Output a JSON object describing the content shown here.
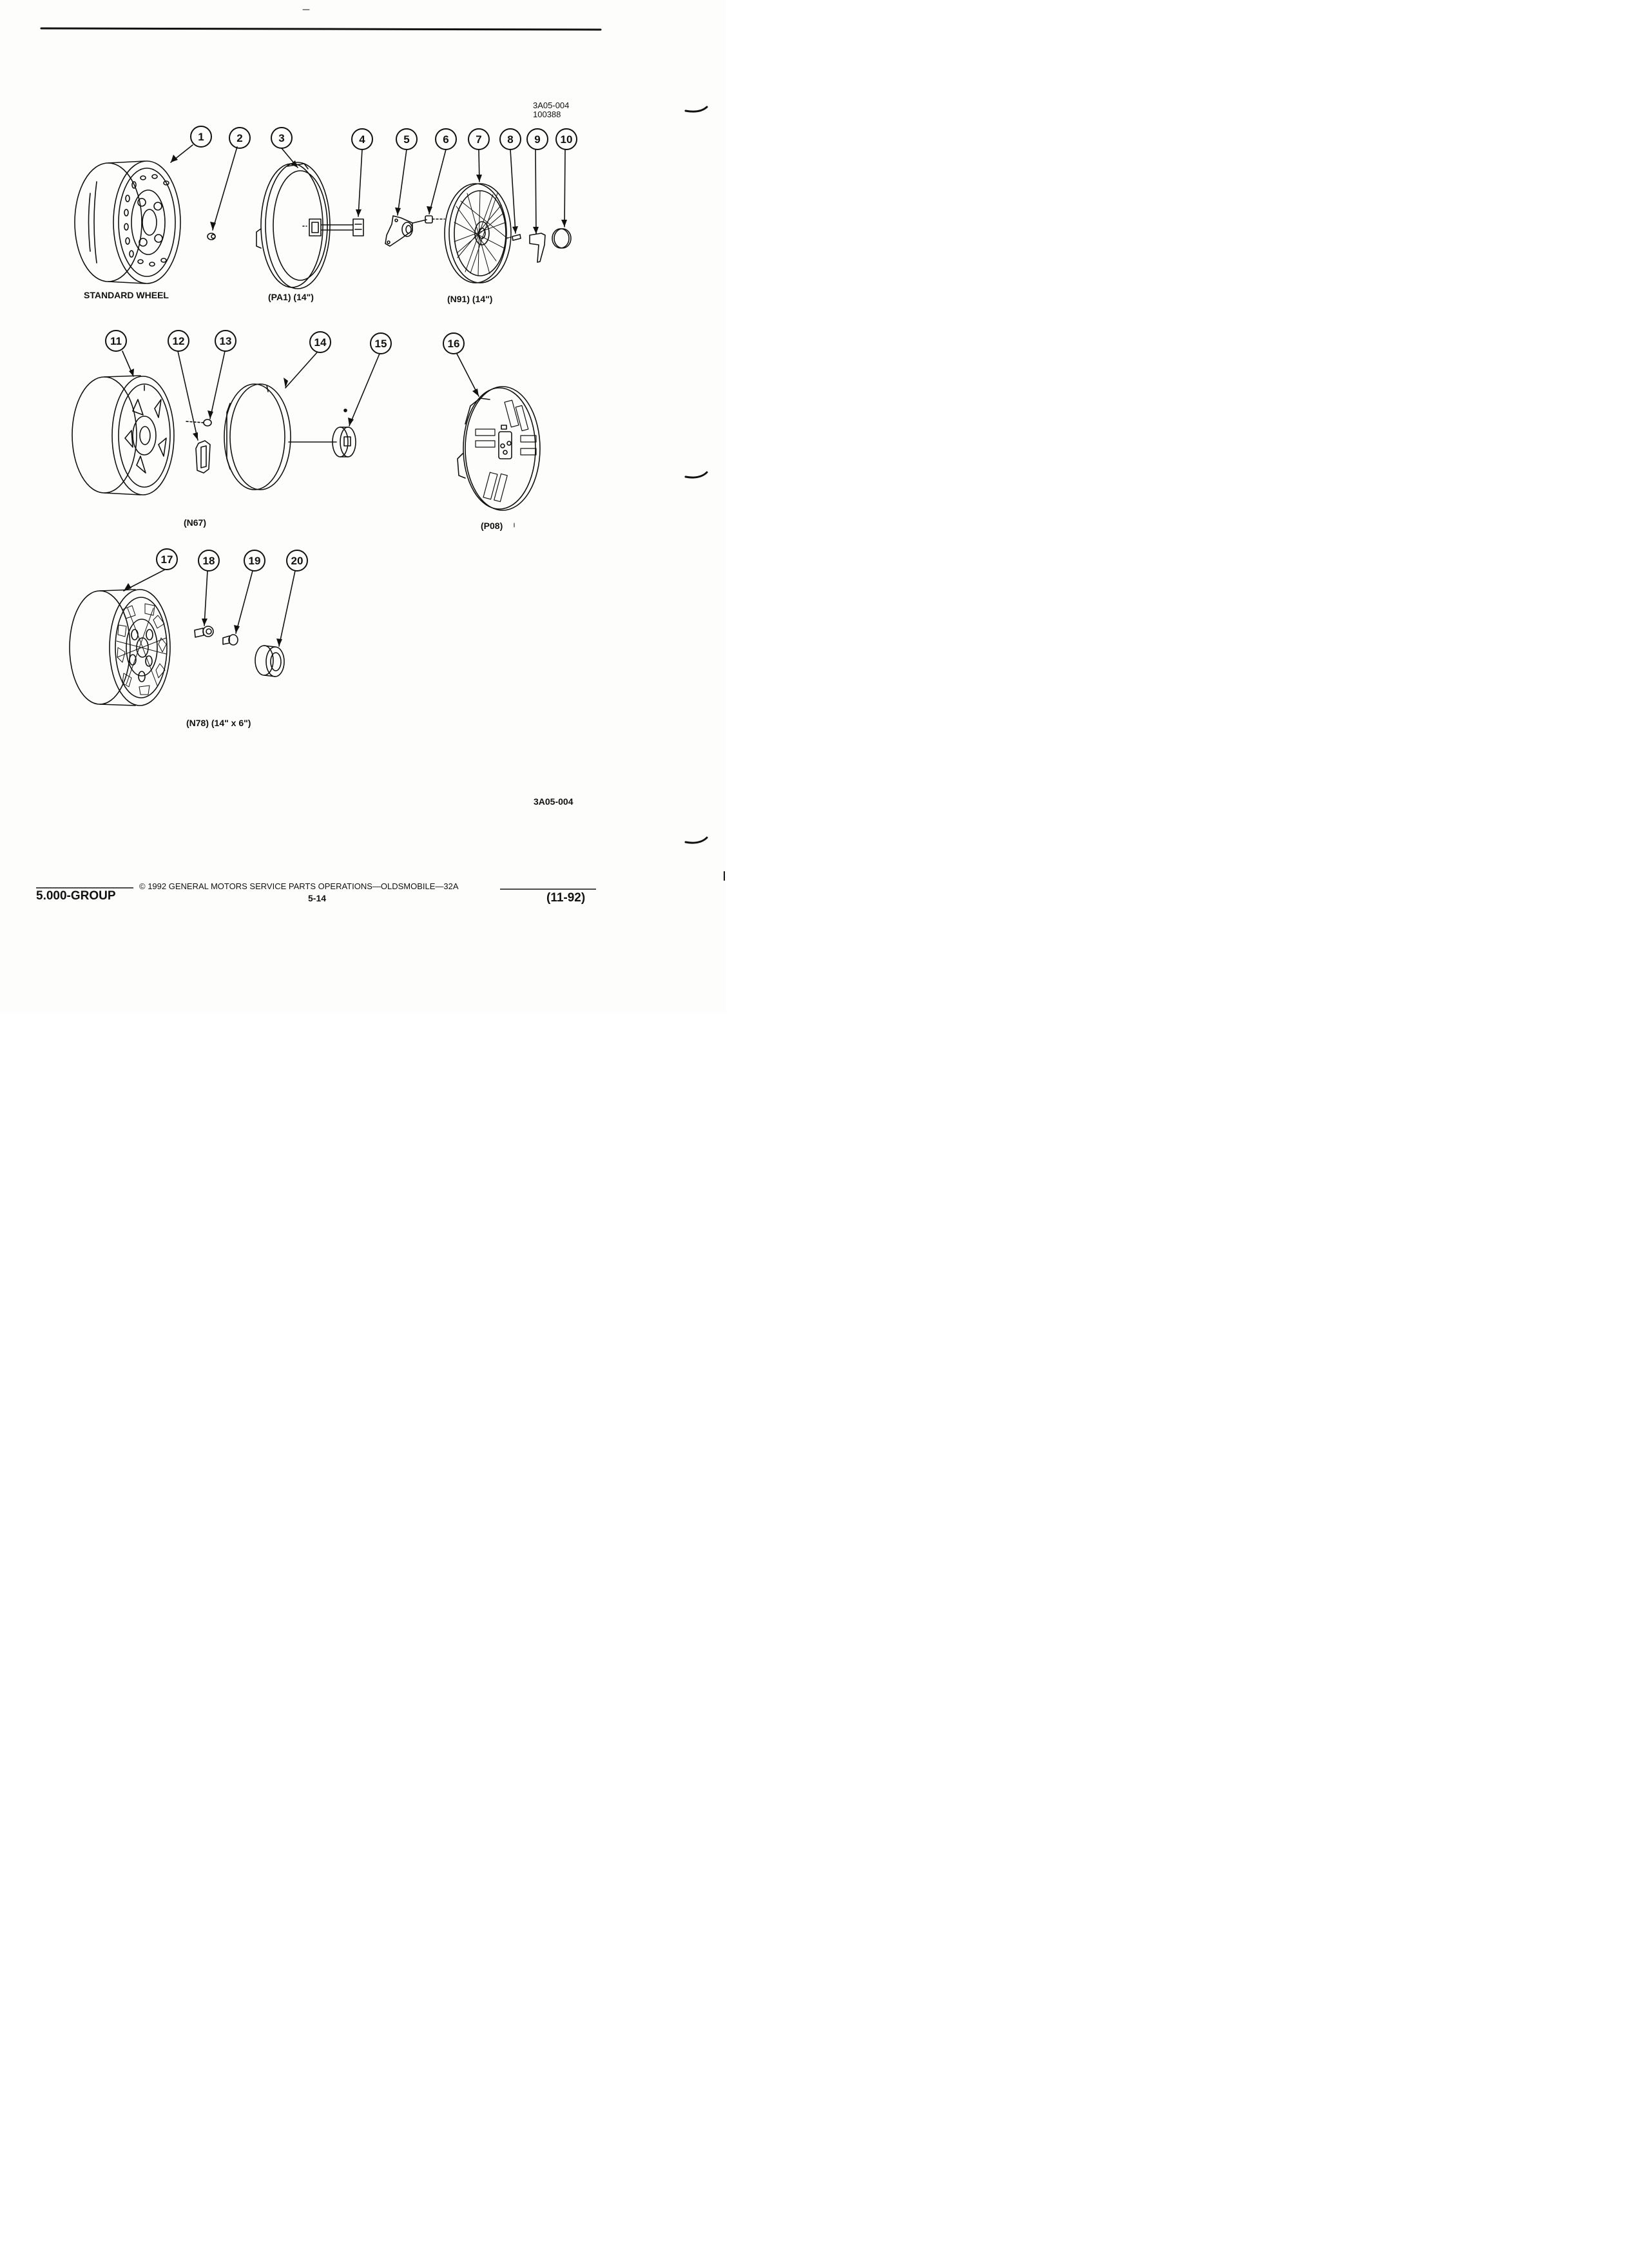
{
  "drawing": {
    "number": "3A05-004",
    "date_code": "100388",
    "number_bottom": "3A05-004"
  },
  "callouts": [
    "1",
    "2",
    "3",
    "4",
    "5",
    "6",
    "7",
    "8",
    "9",
    "10",
    "11",
    "12",
    "13",
    "14",
    "15",
    "16",
    "17",
    "18",
    "19",
    "20"
  ],
  "captions": {
    "standard_wheel": "STANDARD WHEEL",
    "pa1": "(PA1) (14\")",
    "n91": "(N91) (14\")",
    "n67": "(N67)",
    "p08": "(P08)",
    "n78": "(N78)   (14\" x 6\")"
  },
  "footer": {
    "copyright": "© 1992  GENERAL MOTORS SERVICE PARTS OPERATIONS—OLDSMOBILE—32A",
    "group": "5.000-GROUP",
    "page": "5-14",
    "revision": "(11-92)"
  }
}
